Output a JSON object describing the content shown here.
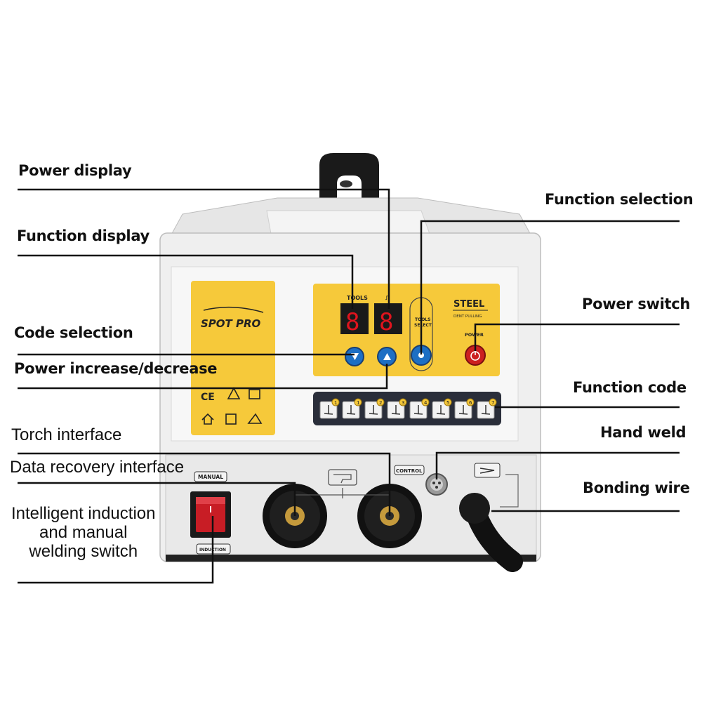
{
  "callouts": {
    "power_display": "Power display",
    "function_display": "Function display",
    "code_selection": "Code selection",
    "power_increase_decrease": "Power increase/decrease",
    "torch_interface": "Torch interface",
    "data_recovery_interface": "Data recovery interface",
    "induction_switch": "Intelligent induction\nand manual\nwelding switch",
    "function_selection": "Function selection",
    "power_switch": "Power switch",
    "function_code": "Function code",
    "hand_weld": "Hand weld",
    "bonding_wire": "Bonding wire"
  },
  "device": {
    "brand": "SPOT PRO",
    "panel_tools_label": "TOOLS",
    "display_tools_value": "8",
    "display_power_value": "8",
    "tools_select_label": "TOOLS\nSELECT",
    "steel_label": "STEEL",
    "dent_pulling_label": "DENT PULLING",
    "power_label": "POWER",
    "manual_label": "MANUAL",
    "induction_label": "INDUCTION",
    "control_label": "CONTROL",
    "function_codes": [
      "1",
      "1",
      "2",
      "3",
      "4",
      "5",
      "6",
      "7"
    ]
  },
  "colors": {
    "panel_yellow": "#f6c93a",
    "body_white": "#ececec",
    "button_blue": "#1d6fc4",
    "button_red": "#cc2020",
    "display_red": "#e0141e",
    "leader_lines": "#111111"
  }
}
